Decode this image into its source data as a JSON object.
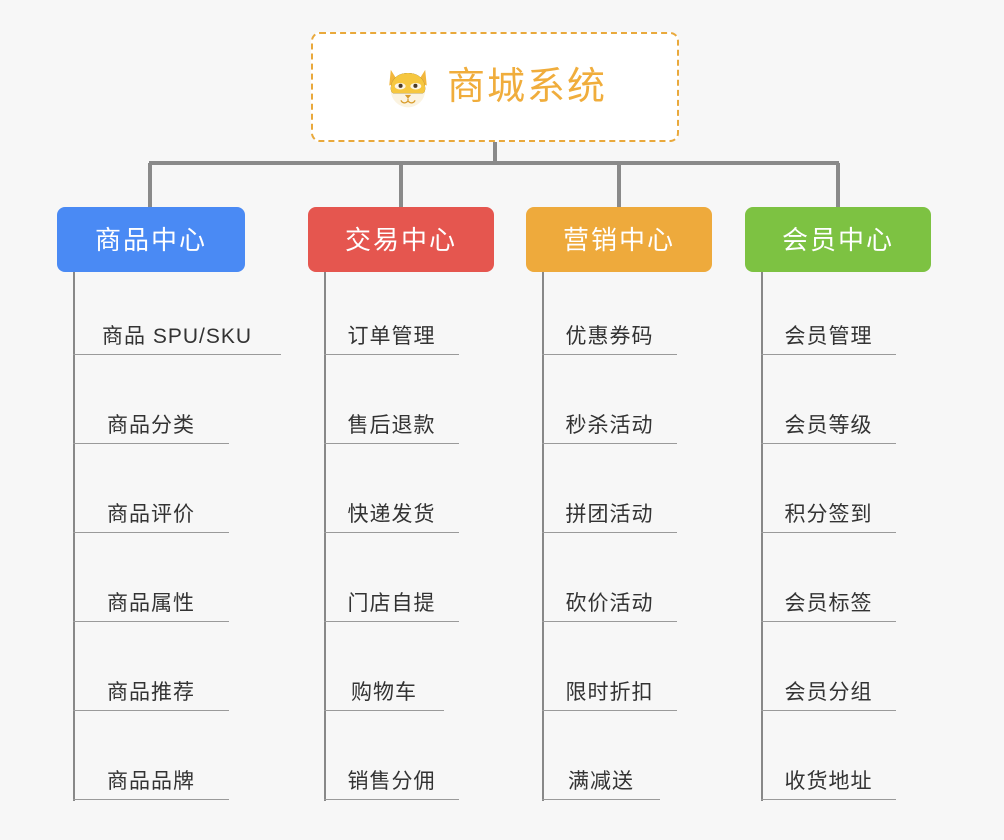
{
  "canvas": {
    "background": "#f7f7f7",
    "connector_color": "#8a8a8a"
  },
  "root": {
    "title": "商城系统",
    "icon": "shiba-dog-face-emoji",
    "border_color": "#e9a93c",
    "text_color": "#f0ad3c",
    "background": "#ffffff"
  },
  "columns": [
    {
      "title": "商品中心",
      "color": "#4a8af4",
      "items": [
        "商品 SPU/SKU",
        "商品分类",
        "商品评价",
        "商品属性",
        "商品推荐",
        "商品品牌"
      ]
    },
    {
      "title": "交易中心",
      "color": "#e5564f",
      "items": [
        "订单管理",
        "售后退款",
        "快递发货",
        "门店自提",
        "购物车",
        "销售分佣"
      ]
    },
    {
      "title": "营销中心",
      "color": "#eeaa3c",
      "items": [
        "优惠券码",
        "秒杀活动",
        "拼团活动",
        "砍价活动",
        "限时折扣",
        "满减送"
      ]
    },
    {
      "title": "会员中心",
      "color": "#77c košík"
    }
  ]
}
